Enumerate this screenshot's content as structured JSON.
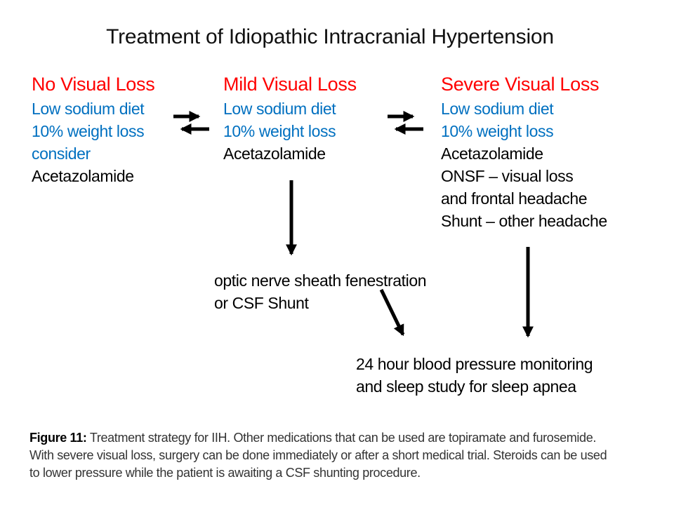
{
  "title": "Treatment of Idiopathic Intracranial Hypertension",
  "colors": {
    "heading_red": "#ff0000",
    "conservative_blue": "#0070c0",
    "black": "#000000",
    "arrow_black": "#000000"
  },
  "columns": [
    {
      "heading": "No Visual Loss",
      "lines": [
        {
          "text": "Low sodium diet",
          "color": "conservative_blue"
        },
        {
          "text": "10% weight loss",
          "color": "conservative_blue"
        },
        {
          "text": "consider",
          "color": "conservative_blue"
        },
        {
          "text": "Acetazolamide",
          "color": "black"
        }
      ]
    },
    {
      "heading": "Mild Visual Loss",
      "lines": [
        {
          "text": "Low sodium diet",
          "color": "conservative_blue"
        },
        {
          "text": "10% weight loss",
          "color": "conservative_blue"
        },
        {
          "text": "Acetazolamide",
          "color": "black"
        }
      ]
    },
    {
      "heading": "Severe Visual Loss",
      "lines": [
        {
          "text": "Low sodium diet",
          "color": "conservative_blue"
        },
        {
          "text": "10% weight loss",
          "color": "conservative_blue"
        },
        {
          "text": "Acetazolamide",
          "color": "black"
        },
        {
          "text": "ONSF – visual loss",
          "color": "black"
        },
        {
          "text": "and frontal headache",
          "color": "black"
        },
        {
          "text": "Shunt – other headache",
          "color": "black"
        }
      ]
    }
  ],
  "surgery_node": {
    "line1": "optic nerve sheath fenestration",
    "line2": "or CSF Shunt"
  },
  "monitoring_node": {
    "line1": "24 hour blood pressure monitoring",
    "line2": "and sleep study for sleep apnea"
  },
  "caption": {
    "label": "Figure 11:",
    "body": " Treatment strategy for IIH. Other medications that can be used are topiramate and furosemide. With severe visual loss, surgery can be done immediately or after a short medical trial. Steroids can be used to lower pressure while the patient is awaiting a CSF shunting procedure."
  }
}
